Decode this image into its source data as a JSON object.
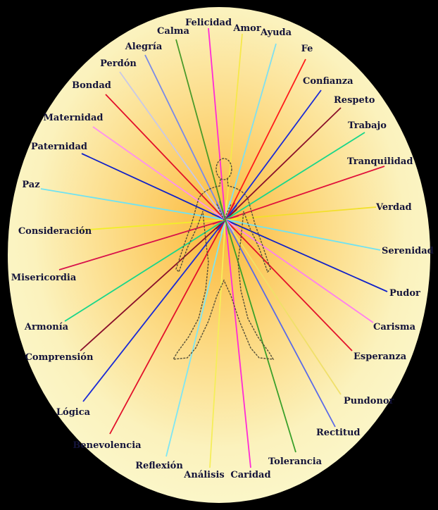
{
  "colors": {
    "background": "#000000",
    "oval_fill": "#fbf6c0",
    "glow_center": "#fbb93b",
    "label_text": "#14143a",
    "figure_outline": "#55503a"
  },
  "hub_icon": "human-figure-icon",
  "virtues": [
    {
      "label": "Felicidad",
      "color": "#ff2bd6"
    },
    {
      "label": "Amor",
      "color": "#f6e84a"
    },
    {
      "label": "Ayuda",
      "color": "#7fe0f0"
    },
    {
      "label": "Fe",
      "color": "#ff1a1a"
    },
    {
      "label": "Confianza",
      "color": "#1a2ad6"
    },
    {
      "label": "Respeto",
      "color": "#8a0f2a"
    },
    {
      "label": "Trabajo",
      "color": "#19d68a"
    },
    {
      "label": "Tranquilidad",
      "color": "#e0103a"
    },
    {
      "label": "Verdad",
      "color": "#f2e02a"
    },
    {
      "label": "Serenidad",
      "color": "#6fe2f2"
    },
    {
      "label": "Pudor",
      "color": "#1020c8"
    },
    {
      "label": "Carisma",
      "color": "#ff7ef0"
    },
    {
      "label": "Esperanza",
      "color": "#e2122a"
    },
    {
      "label": "Pundonor",
      "color": "#f0e06a"
    },
    {
      "label": "Rectitud",
      "color": "#5a6ae8"
    },
    {
      "label": "Tolerancia",
      "color": "#3aa02a"
    },
    {
      "label": "Caridad",
      "color": "#ff2bd6"
    },
    {
      "label": "Análisis",
      "color": "#f5ee5a"
    },
    {
      "label": "Reflexión",
      "color": "#7fe6f2"
    },
    {
      "label": "Benevolencia",
      "color": "#e2102a"
    },
    {
      "label": "Lógica",
      "color": "#1a2ad6"
    },
    {
      "label": "Comprensión",
      "color": "#8a0f2a"
    },
    {
      "label": "Armonía",
      "color": "#19d68a"
    },
    {
      "label": "Misericordia",
      "color": "#d8104a"
    },
    {
      "label": "Consideración",
      "color": "#f2ee2a"
    },
    {
      "label": "Paz",
      "color": "#6fe2f2"
    },
    {
      "label": "Paternidad",
      "color": "#1020c8"
    },
    {
      "label": "Maternidad",
      "color": "#ff8ef0"
    },
    {
      "label": "Bondad",
      "color": "#e2102a"
    },
    {
      "label": "Perdón",
      "color": "#c8c8e8"
    },
    {
      "label": "Alegría",
      "color": "#7a8ae8"
    },
    {
      "label": "Calma",
      "color": "#4a9a2a"
    }
  ]
}
